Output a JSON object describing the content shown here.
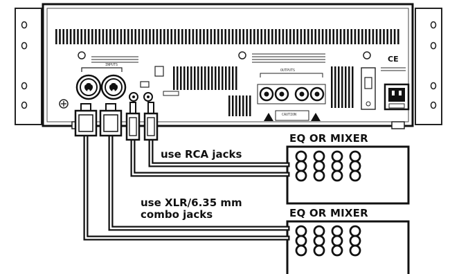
{
  "caption_rca": "use RCA jacks",
  "caption_xlr_line1": "use  XLR/6.35 mm",
  "caption_xlr_line2": "combo jacks",
  "mixer_top_title": "EQ OR MIXER",
  "mixer_bottom_title": "EQ OR MIXER",
  "panel_inputs_label": "INPUTS",
  "panel_outputs_label": "OUTPUTS",
  "panel_caution_label": "CAUTION",
  "panel_ce_mark": "CE"
}
